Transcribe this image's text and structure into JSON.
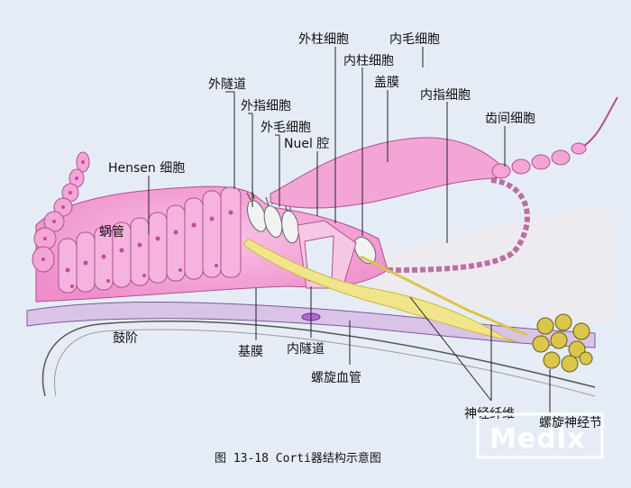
{
  "labels": {
    "outer_pillar_cell": "外柱细胞",
    "inner_hair_cell": "内毛细胞",
    "inner_pillar_cell": "内柱细胞",
    "tectorial_membrane": "盖膜",
    "outer_tunnel": "外隧道",
    "inner_phalangeal_cell": "内指细胞",
    "outer_phalangeal_cell": "外指细胞",
    "interdental_cell": "齿间细胞",
    "outer_hair_cell": "外毛细胞",
    "nuel_space": "Nuel 腔",
    "hensen_cell": "Hensen 细胞",
    "cochlear_duct": "蜗管",
    "scala_tympani": "鼓阶",
    "basilar_membrane": "基膜",
    "inner_tunnel": "内隧道",
    "spiral_vessel": "螺旋血管",
    "nerve_fibers": "神经纤维",
    "spiral_ganglion": "螺旋神经节"
  },
  "caption": "图 13-18 Corti器结构示意图",
  "watermark": "Medlx",
  "colors": {
    "background": "#e6ecf6",
    "tissue_pink": "#f3a6d6",
    "tissue_stroke": "#b0508f",
    "nucleus": "#c64a9c",
    "nerve_yellow": "#f0e58a",
    "ganglion": "#d9c64a",
    "hair_cell": "#f2f2f2"
  }
}
